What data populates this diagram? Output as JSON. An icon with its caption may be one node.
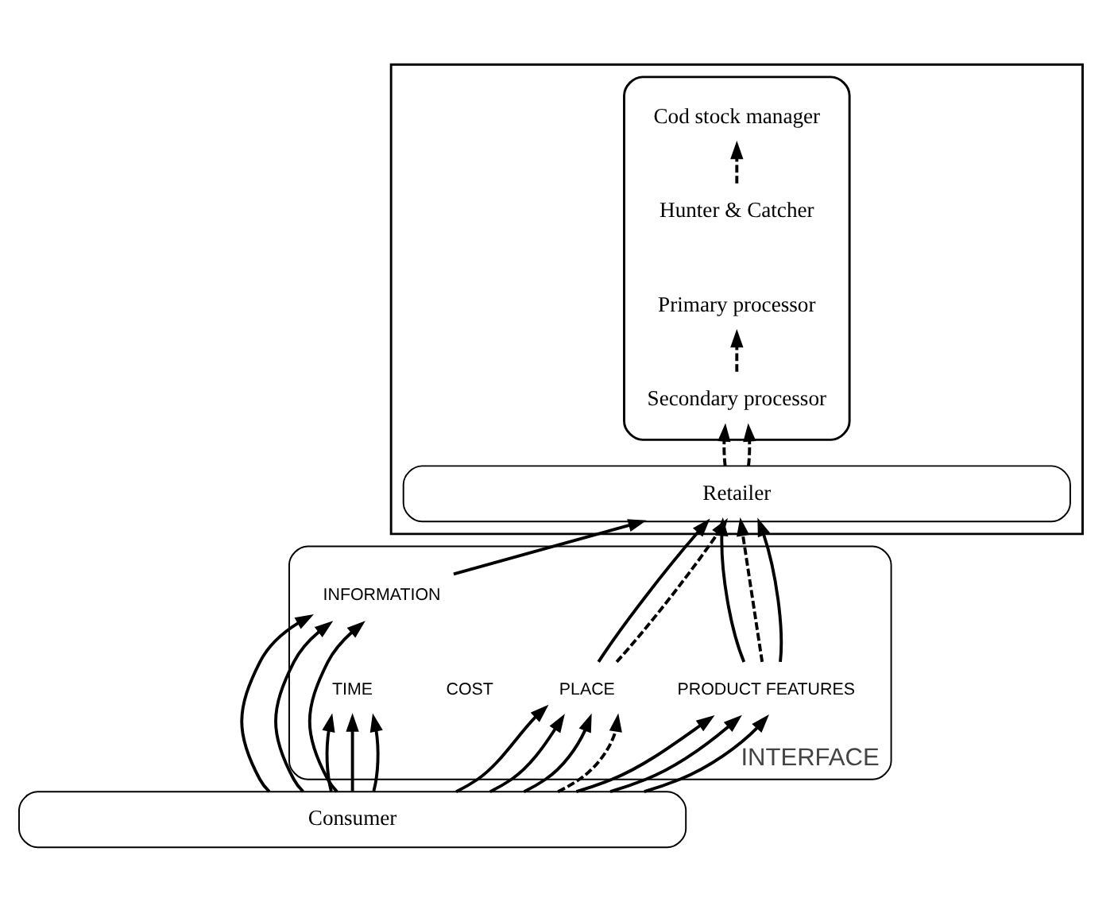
{
  "diagram": {
    "nodes": [
      {
        "text": [],
        "shape": "box"
      },
      {
        "text": [],
        "shape": "box",
        "in": 0
      },
      {
        "text": [
          "Cod stock manager"
        ],
        "in": 1
      },
      {
        "text": [
          "Hunter & Catcher"
        ],
        "in": 1
      },
      {
        "text": [
          "Primary processor"
        ],
        "in": 1
      },
      {
        "text": [
          "Secondary processor"
        ],
        "in": 1
      },
      {
        "text": [
          "Retailer"
        ],
        "in": 0
      },
      {
        "text": [
          "INTERFACE"
        ]
      },
      {
        "text": [
          "INFORMATION"
        ],
        "in": 7
      },
      {
        "text": [
          "PLACE"
        ],
        "in": 7
      },
      {
        "text": [
          "TIME"
        ],
        "in": 7
      },
      {
        "text": [
          "COST"
        ],
        "in": 7
      },
      {
        "text": [
          "PRODUCT FEATURES"
        ],
        "in": 7
      },
      {
        "text": [
          "Consumer"
        ]
      }
    ],
    "edges": [
      {
        "from": 3,
        "to": 2,
        "arrow": "to",
        "style": "dashed"
      },
      {
        "from": 5,
        "to": 4,
        "arrow": "to",
        "style": "dashed"
      },
      {
        "from": 6,
        "to": 5,
        "arrow": "to",
        "style": "dashed"
      },
      {
        "from": 6,
        "to": 5,
        "arrow": "to",
        "style": "dashed"
      },
      {
        "from": 13,
        "to": 9,
        "arrow": "to"
      },
      {
        "from": 13,
        "to": 9,
        "arrow": "to"
      },
      {
        "from": 13,
        "to": 9,
        "arrow": "to"
      },
      {
        "from": 13,
        "to": 9,
        "arrow": "to",
        "style": "dashed"
      },
      {
        "from": 13,
        "to": 8,
        "arrow": "to"
      },
      {
        "from": 13,
        "to": 8,
        "arrow": "to"
      },
      {
        "from": 13,
        "to": 8,
        "arrow": "to"
      },
      {
        "from": 13,
        "to": 10,
        "arrow": "to"
      },
      {
        "from": 13,
        "to": 10,
        "arrow": "to"
      },
      {
        "from": 13,
        "to": 10,
        "arrow": "to"
      },
      {
        "from": 13,
        "to": 12,
        "arrow": "to"
      },
      {
        "from": 13,
        "to": 12,
        "arrow": "to"
      },
      {
        "from": 13,
        "to": 12,
        "arrow": "to"
      },
      {
        "from": 9,
        "to": 6,
        "arrow": "to"
      },
      {
        "from": 9,
        "to": 6,
        "arrow": "to",
        "style": "dashed"
      },
      {
        "from": 8,
        "to": 6,
        "arrow": "to"
      },
      {
        "from": 12,
        "to": 6,
        "arrow": "to"
      },
      {
        "from": 12,
        "to": 6,
        "arrow": "to",
        "style": "dashed"
      },
      {
        "from": 12,
        "to": 6,
        "arrow": "to"
      }
    ]
  }
}
